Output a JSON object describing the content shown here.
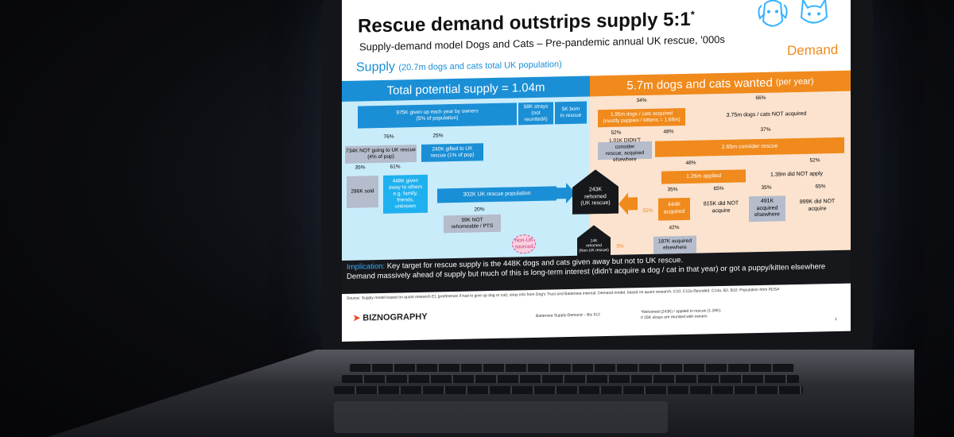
{
  "slide": {
    "title": "Rescue demand outstrips supply 5:1",
    "title_mark": "*",
    "subtitle": "Supply-demand model Dogs and Cats – Pre-pandemic annual UK rescue, '000s",
    "supply_label": "Supply",
    "supply_note": "(20.7m dogs and cats total UK population)",
    "demand_label": "Demand",
    "supply_bar": "Total potential supply = 1.04m",
    "demand_bar": "5.7m dogs and cats wanted",
    "demand_bar_note": "(per year)"
  },
  "supply": {
    "given_up": "975K given up each year by owners\n(5% of population)",
    "strays": "58K strays\n(not reunited#)",
    "born": "5K born\nin rescue",
    "p76": "76%",
    "p25": "25%",
    "not_to_rescue": "734K NOT going to UK rescue\n(4% of pop)",
    "gifted": "240K gifted to UK\nrescue (1% of pop)",
    "p35": "35%",
    "p61": "61%",
    "sold": "286K sold",
    "given_away": "448K given\naway to others\ne.g. family,\nfriends,\nunknown",
    "rescue_pop": "302K UK rescue population",
    "p20": "20%",
    "not_rehome": "59K NOT\nrehomeable / PTS",
    "non_uk": "Non-UK\nsourced"
  },
  "centre": {
    "rehomed": "243K\nrehomed\n(UK rescue)",
    "rehomed_nonuk": "14K\nrehomed\n(Non-UK rescue)",
    "p55": "55%",
    "p3": "3%"
  },
  "demand": {
    "p34": "34%",
    "p66": "66%",
    "acquired": "1.95m dogs / cats acquired\n(mostly puppies / kittens = 1.68m)",
    "not_acquired": "3.75m dogs / cats NOT acquired",
    "p52a": "52%",
    "p48a": "48%",
    "p37": "37%",
    "didnt_consider": "1.01K DIDN'T consider\nrescue, acquired elsewhere",
    "consider": "2.65m consider rescue",
    "p48b": "48%",
    "p52b": "52%",
    "applied": "1.26m applied",
    "not_apply": "1.39m did NOT apply",
    "p35": "35%",
    "p65a": "65%",
    "p35b": "35%",
    "p65b": "65%",
    "acq444": "444K\nacquired",
    "nacq815": "815K did NOT\nacquire",
    "acq491": "491K\nacquired\nelsewhere",
    "nacq899": "899K did NOT\nacquire",
    "p42": "42%",
    "acq187": "187K acquired\nelsewhere"
  },
  "implication": {
    "label": "Implication:",
    "line1": "Key target for rescue supply is the 448K dogs and cats given away but not to UK rescue.",
    "line2": "Demand massively ahead of supply but much of this is long-term interest (didn't acquire a dog / cat in that year) or got a puppy/kitten elsewhere"
  },
  "footer": {
    "source": "Source: Supply model based on quant research E1 (preference if had to give up dog or cat), stray info from Dog's Trust and Battersea internal. Demand model, based on quant research, C10, C12a Recoded, C14a, B3, B10. Population from PDSA",
    "brand": "BIZNOGRAPHY",
    "centre": "Battersea Supply-Demand – Biz 512",
    "note1": "*Rehomed (243K) / applied to rescue (1.26K).",
    "note2": "# 25K strays are reunited with owners",
    "page": "1"
  },
  "colors": {
    "supply_blue": "#1a8fd6",
    "light_blue": "#c9ecfb",
    "demand_orange": "#f08a1c",
    "light_orange": "#fbe3cf",
    "grey_box": "#b5bccb",
    "dark": "#17181c"
  }
}
